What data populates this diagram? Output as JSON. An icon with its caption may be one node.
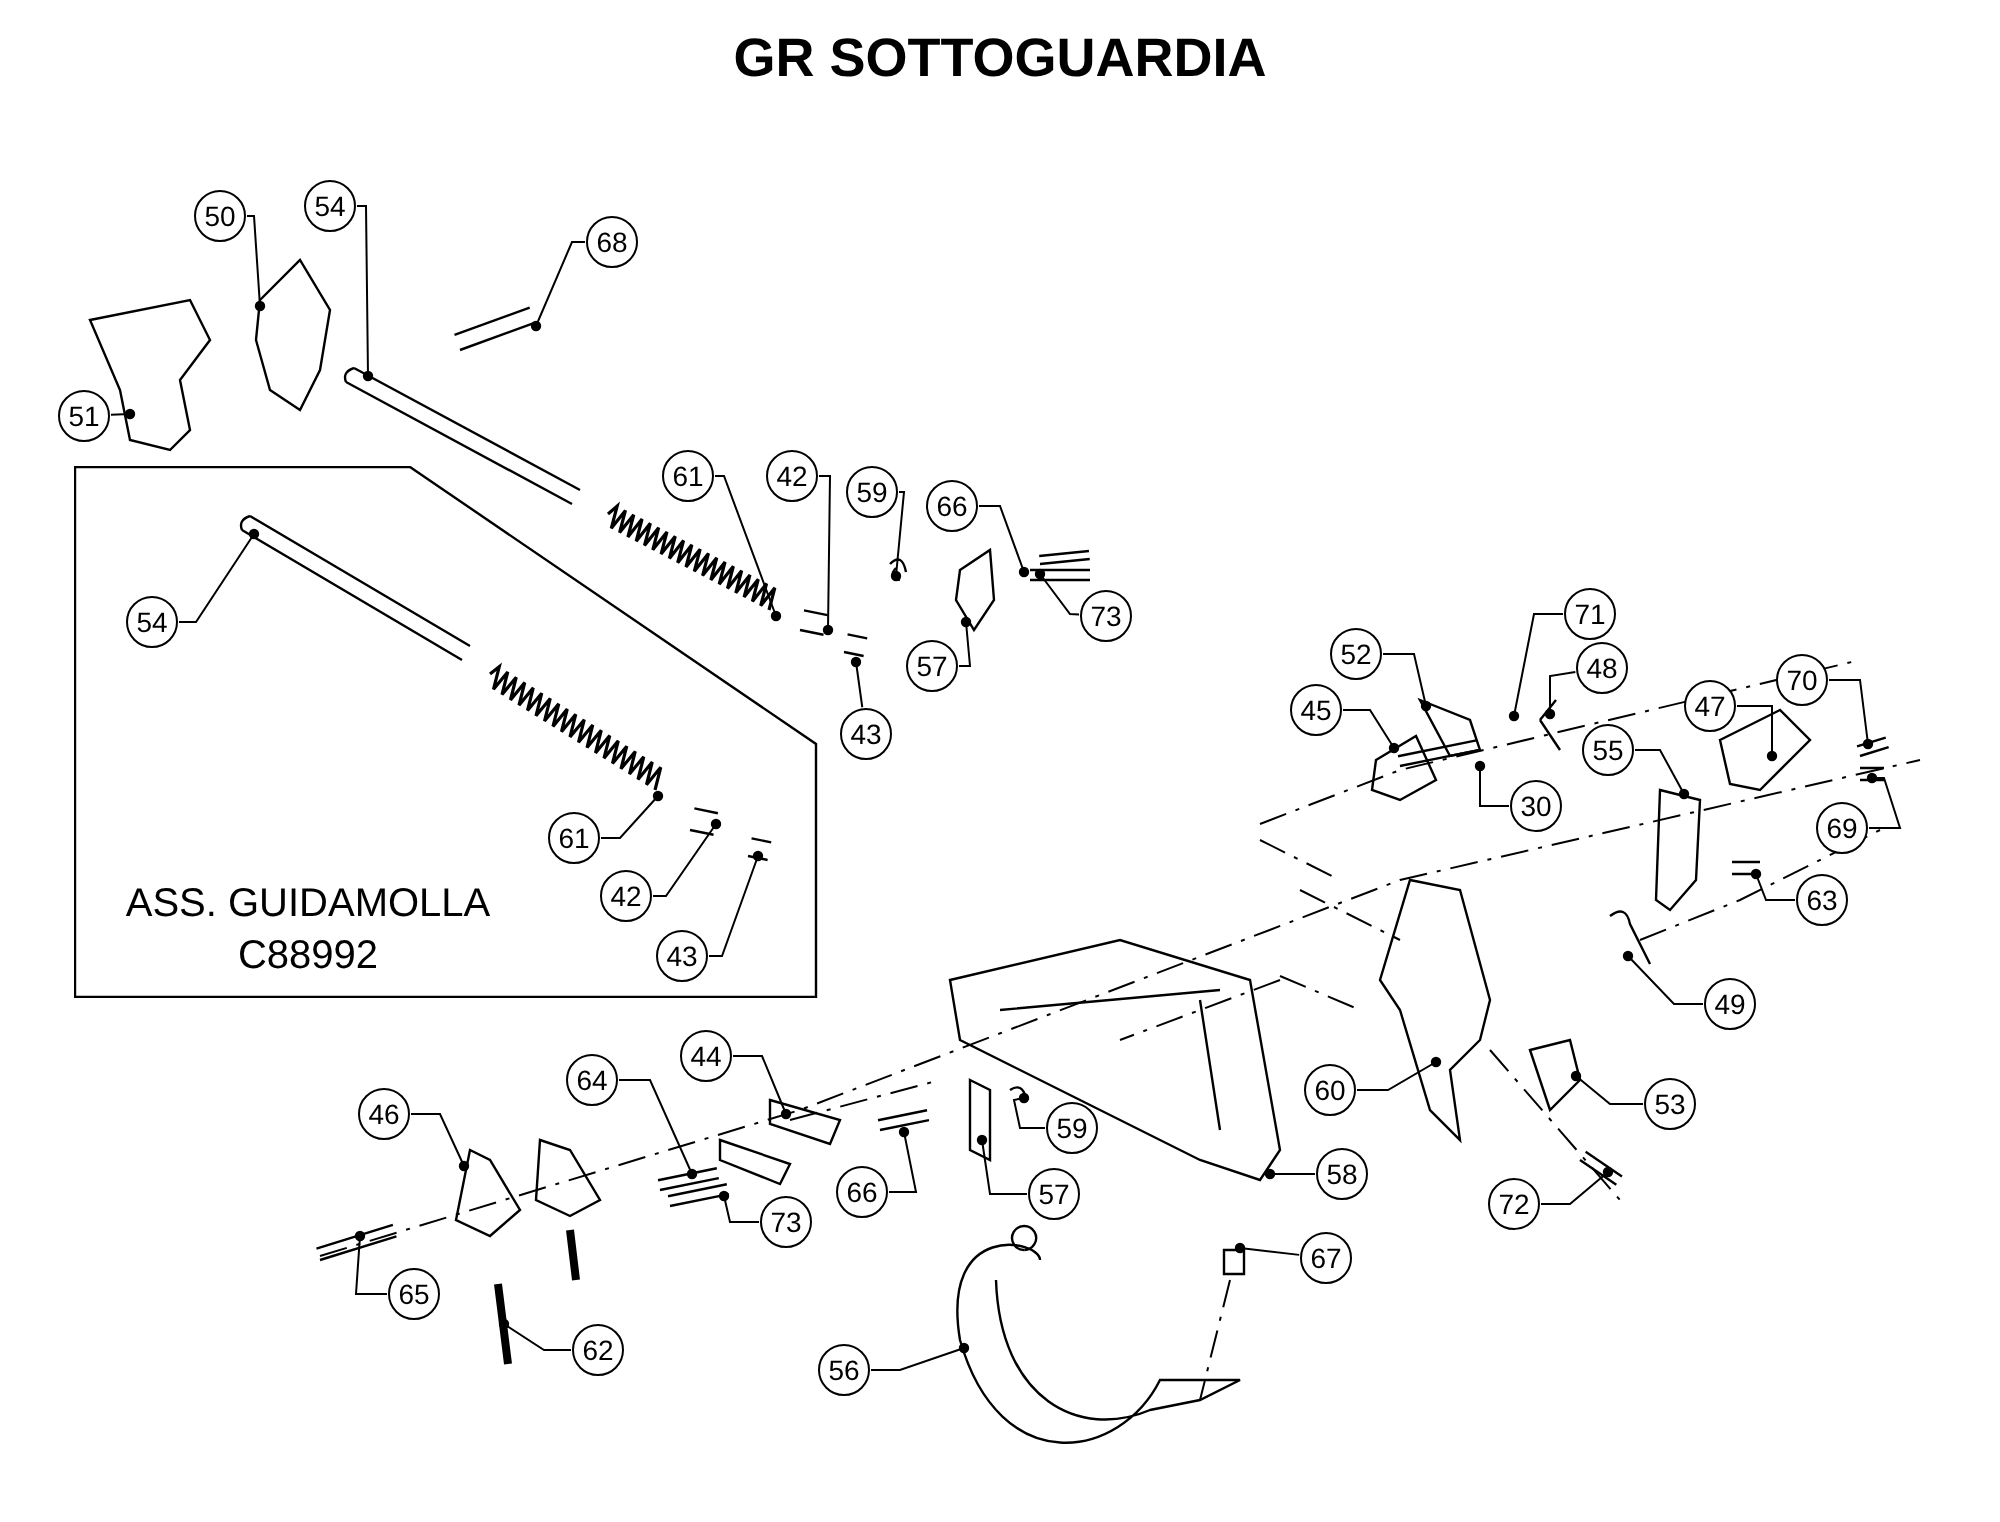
{
  "diagram": {
    "title": "GR SOTTOGUARDIA",
    "nodes": [
      {
        "text": [
          "54"
        ]
      },
      {
        "text": [
          "50"
        ]
      },
      {
        "text": [
          "68"
        ]
      },
      {
        "text": [
          "51"
        ]
      },
      {
        "text": [
          "ASS. GUIDAMOLLA C88992"
        ]
      },
      {
        "text": [
          "61"
        ]
      },
      {
        "text": [
          "42"
        ]
      },
      {
        "text": [
          "59"
        ]
      },
      {
        "text": [
          "66"
        ]
      },
      {
        "text": [
          "54"
        ],
        "in": 4
      },
      {
        "text": [
          "73"
        ]
      },
      {
        "text": [
          "57"
        ]
      },
      {
        "text": [
          "43"
        ]
      },
      {
        "text": [
          "61"
        ],
        "in": 4
      },
      {
        "text": [
          "42"
        ],
        "in": 4
      },
      {
        "text": [
          "43"
        ],
        "in": 4
      },
      {
        "text": [
          "71"
        ]
      },
      {
        "text": [
          "52"
        ]
      },
      {
        "text": [
          "48"
        ]
      },
      {
        "text": [
          "70"
        ]
      },
      {
        "text": [
          "47"
        ]
      },
      {
        "text": [
          "45"
        ]
      },
      {
        "text": [
          "55"
        ]
      },
      {
        "text": [
          "30"
        ]
      },
      {
        "text": [
          "69"
        ]
      },
      {
        "text": [
          "63"
        ]
      },
      {
        "text": [
          "49"
        ]
      },
      {
        "text": [
          "44"
        ]
      },
      {
        "text": [
          "64"
        ]
      },
      {
        "text": [
          "60"
        ]
      },
      {
        "text": [
          "53"
        ]
      },
      {
        "text": [
          "46"
        ]
      },
      {
        "text": [
          "59"
        ]
      },
      {
        "text": [
          "58"
        ]
      },
      {
        "text": [
          "66"
        ]
      },
      {
        "text": [
          "57"
        ]
      },
      {
        "text": [
          "72"
        ]
      },
      {
        "text": [
          "73"
        ]
      },
      {
        "text": [
          "67"
        ]
      },
      {
        "text": [
          "65"
        ]
      },
      {
        "text": [
          "62"
        ]
      },
      {
        "text": [
          "56"
        ]
      }
    ],
    "edges": [
      {
        "from": 0,
        "to": null,
        "arrow": "other"
      },
      {
        "from": 1,
        "to": null,
        "arrow": "other"
      },
      {
        "from": 2,
        "to": null,
        "arrow": "other"
      },
      {
        "from": 3,
        "to": null,
        "arrow": "other"
      },
      {
        "from": 5,
        "to": null,
        "arrow": "other"
      },
      {
        "from": 6,
        "to": null,
        "arrow": "other"
      },
      {
        "from": 7,
        "to": null,
        "arrow": "other"
      },
      {
        "from": 8,
        "to": null,
        "arrow": "other"
      },
      {
        "from": 9,
        "to": null,
        "arrow": "other"
      },
      {
        "from": 10,
        "to": null,
        "arrow": "other"
      },
      {
        "from": 11,
        "to": null,
        "arrow": "other"
      },
      {
        "from": 12,
        "to": null,
        "arrow": "other"
      },
      {
        "from": 13,
        "to": null,
        "arrow": "other"
      },
      {
        "from": 14,
        "to": null,
        "arrow": "other"
      },
      {
        "from": 15,
        "to": null,
        "arrow": "other"
      },
      {
        "from": 16,
        "to": null,
        "arrow": "other"
      },
      {
        "from": 17,
        "to": null,
        "arrow": "other"
      },
      {
        "from": 18,
        "to": null,
        "arrow": "other"
      },
      {
        "from": 19,
        "to": null,
        "arrow": "other"
      },
      {
        "from": 20,
        "to": null,
        "arrow": "other"
      },
      {
        "from": 21,
        "to": null,
        "arrow": "other"
      },
      {
        "from": 22,
        "to": null,
        "arrow": "other"
      },
      {
        "from": 23,
        "to": null,
        "arrow": "other"
      },
      {
        "from": 24,
        "to": null,
        "arrow": "other"
      },
      {
        "from": 25,
        "to": null,
        "arrow": "other"
      },
      {
        "from": 26,
        "to": null,
        "arrow": "other"
      },
      {
        "from": 27,
        "to": null,
        "arrow": "other"
      },
      {
        "from": 28,
        "to": null,
        "arrow": "other"
      },
      {
        "from": 29,
        "to": null,
        "arrow": "other"
      },
      {
        "from": 30,
        "to": null,
        "arrow": "other"
      },
      {
        "from": 31,
        "to": null,
        "arrow": "other"
      },
      {
        "from": 32,
        "to": null,
        "arrow": "other"
      },
      {
        "from": 33,
        "to": null,
        "arrow": "other"
      },
      {
        "from": 34,
        "to": null,
        "arrow": "other"
      },
      {
        "from": 35,
        "to": null,
        "arrow": "other"
      },
      {
        "from": 36,
        "to": null,
        "arrow": "other"
      },
      {
        "from": 37,
        "to": null,
        "arrow": "other"
      },
      {
        "from": 38,
        "to": null,
        "arrow": "other"
      },
      {
        "from": 39,
        "to": null,
        "arrow": "other"
      },
      {
        "from": 40,
        "to": null,
        "arrow": "other"
      },
      {
        "from": 41,
        "to": null,
        "arrow": "other"
      }
    ]
  }
}
